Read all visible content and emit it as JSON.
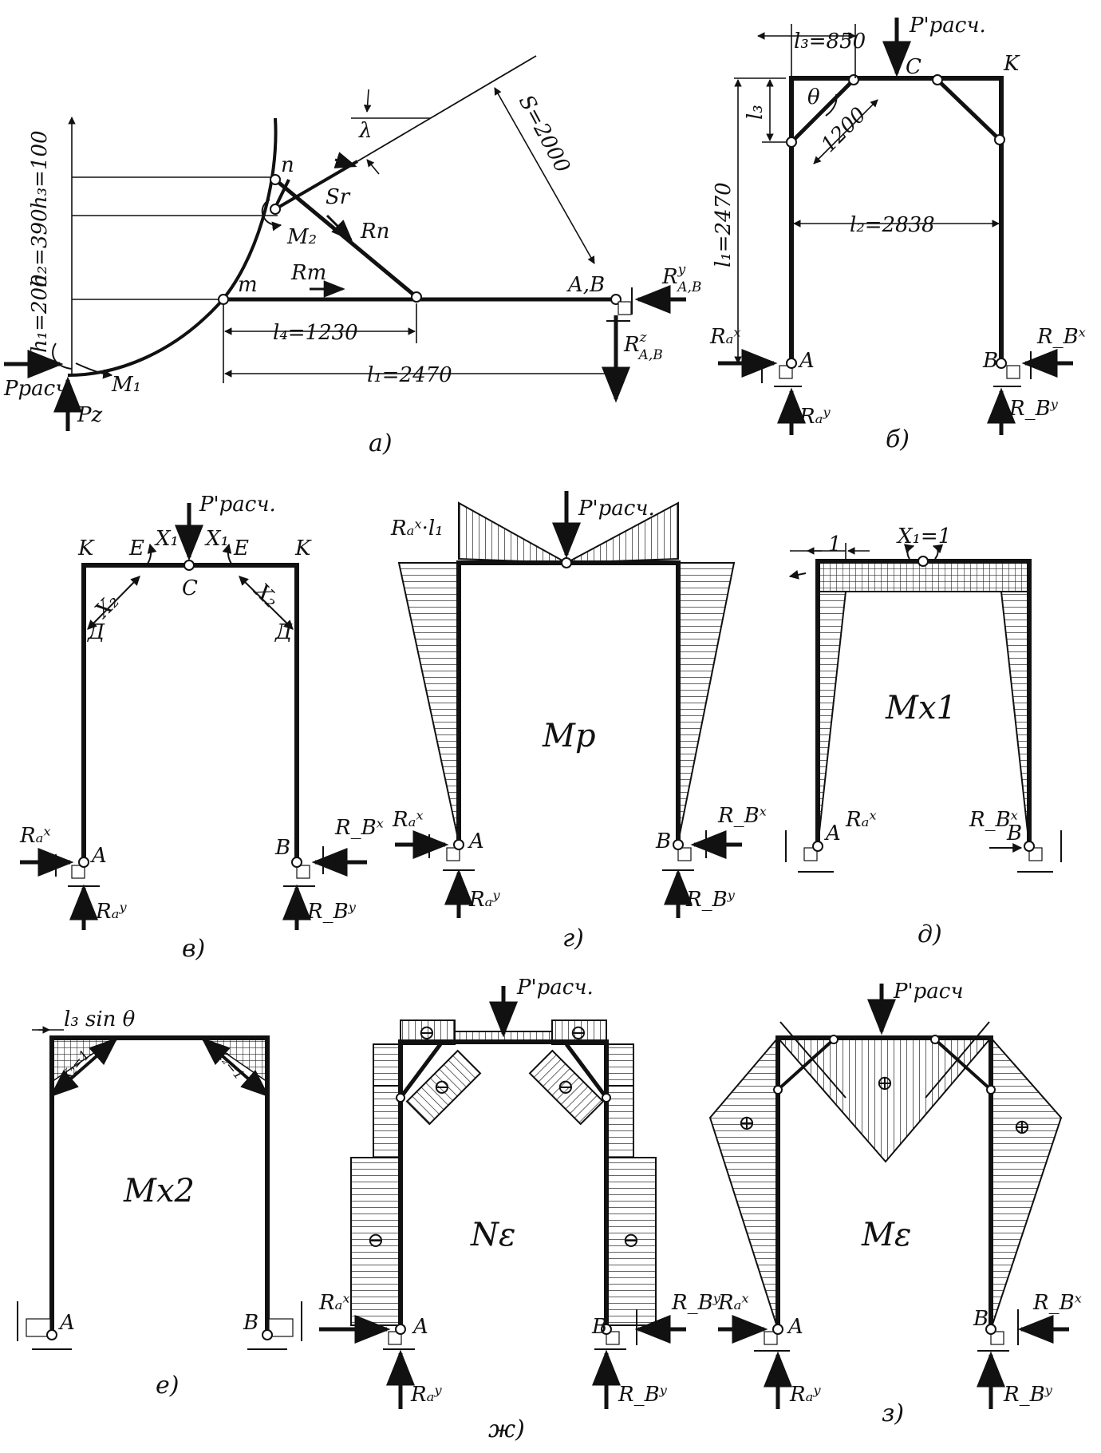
{
  "panels": [
    {
      "id": "a",
      "caption": "а)"
    },
    {
      "id": "b",
      "caption": "б)"
    },
    {
      "id": "v",
      "caption": "в)"
    },
    {
      "id": "g",
      "caption": "г)"
    },
    {
      "id": "d",
      "caption": "д)"
    },
    {
      "id": "e",
      "caption": "е)"
    },
    {
      "id": "zh",
      "caption": "ж)"
    },
    {
      "id": "z",
      "caption": "з)"
    }
  ],
  "panel_a": {
    "h1": "h₁=200",
    "h2": "h₂=390",
    "h3": "h₃=100",
    "lambda": "λ",
    "S": "S=2000",
    "Sr": "Sr",
    "Rn": "Rп",
    "Rm": "Rm",
    "n": "п",
    "m": "m",
    "AB": "A,B",
    "RyAB": "R",
    "RyAB_sup": "y",
    "RyAB_sub": "A,B",
    "RzAB": "R",
    "RzAB_sup": "z",
    "RzAB_sub": "A,B",
    "M1": "M₁",
    "M2": "M₂",
    "Prasch": "Pрасч",
    "Pz": "Pz",
    "l4": "l₄=1230",
    "l1": "l₁=2470"
  },
  "panel_b": {
    "l3": "l₃=850",
    "P": "P'расч.",
    "C": "C",
    "K": "K",
    "theta": "θ",
    "l3v": "l₃",
    "d1200": "1200",
    "l1": "l₁=2470",
    "l2": "l₂=2838",
    "RAx": "Rₐˣ",
    "A": "A",
    "B": "B",
    "RBx": "R_Bˣ",
    "RAy": "Rₐʸ",
    "RBy": "R_Bʸ"
  },
  "panel_v": {
    "P": "P'расч.",
    "K1": "K",
    "K2": "K",
    "E1": "E",
    "E2": "E",
    "C": "C",
    "X1a": "X₁",
    "X1b": "X₁",
    "X2a": "X₂",
    "X2b": "X₂",
    "D1": "Д",
    "D2": "Д",
    "RAx": "Rₐˣ",
    "A": "A",
    "B": "B",
    "RBx": "R_Bˣ",
    "RAy": "Rₐʸ",
    "RBy": "R_Bʸ"
  },
  "panel_g": {
    "P": "P'расч.",
    "RAxl1": "Rₐˣ·l₁",
    "Mp": "Mp",
    "RAx": "Rₐˣ",
    "A": "A",
    "B": "B",
    "RBx": "R_Bˣ",
    "RAy": "Rₐʸ",
    "RBy": "R_Bʸ"
  },
  "panel_d": {
    "one": "1",
    "X1": "X₁=1",
    "Mx1": "Mx1",
    "A": "A",
    "RAx": "Rₐˣ",
    "RBx": "R_Bˣ",
    "B": "B"
  },
  "panel_e": {
    "l3sin": "l₃ sin θ",
    "X2a": "X₂=1",
    "X2b": "X₂=1",
    "Mx2": "Mx2",
    "A": "A",
    "B": "B"
  },
  "panel_zh": {
    "P": "P'расч.",
    "minus": "⊖",
    "Ne": "Nε",
    "RAx": "Rₐˣ",
    "A": "A",
    "B": "B",
    "RBy_top": "R_Bʸ",
    "RAy": "Rₐʸ",
    "RBy": "R_Bʸ"
  },
  "panel_z": {
    "P": "P'расч",
    "plus": "⊕",
    "Me": "Mε",
    "RAx": "Rₐˣ",
    "A": "A",
    "B": "B",
    "RBx": "R_Bˣ",
    "RAy": "Rₐʸ",
    "RBy": "R_Bʸ"
  }
}
